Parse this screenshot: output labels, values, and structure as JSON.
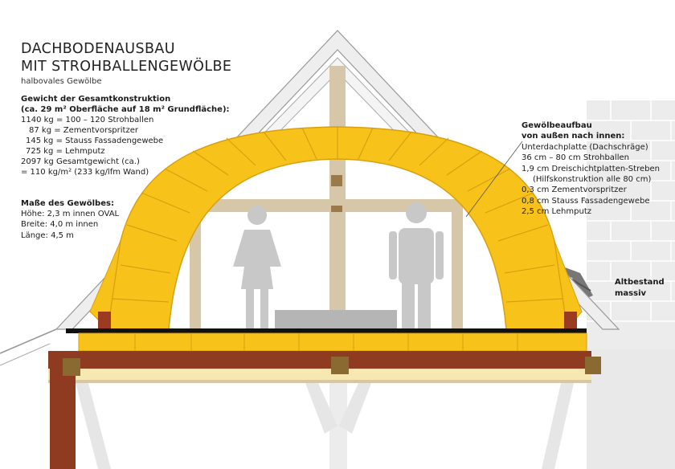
{
  "title": {
    "line1": "DACHBODENAUSBAU",
    "line2": "MIT STROHBALLENGEWÖLBE",
    "subtitle": "halbovales Gewölbe"
  },
  "weight": {
    "heading1": "Gewicht der Gesamtkonstruktion",
    "heading2": "(ca. 29 m² Oberfläche auf 18 m² Grundfläche):",
    "lines": [
      "1140 kg = 100 – 120 Strohballen",
      "   87 kg = Zementvorspritzer",
      "  145 kg = Stauss Fassadengewebe",
      "  725 kg = Lehmputz",
      "2097 kg Gesamtgewicht (ca.)",
      "= 110 kg/m² (233 kg/lfm Wand)"
    ]
  },
  "dimensions": {
    "heading": "Maße des Gewölbes:",
    "lines": [
      "Höhe: 2,3 m innen OVAL",
      "Breite: 4,0 m innen",
      "Länge: 4,5 m"
    ]
  },
  "build_up": {
    "heading1": "Gewölbeaufbau",
    "heading2": "von außen nach innen:",
    "lines": [
      "Unterdachplatte (Dachschräge)",
      "36 cm – 80 cm Strohballen",
      "1,9 cm Dreischichtplatten-Streben"
    ],
    "note": "(Hilfskonstruktion alle 80 cm)",
    "lines2": [
      "0,3 cm Zementvorspritzer",
      "0,8 cm Stauss Fassadengewebe",
      "2,5 cm Lehmputz"
    ]
  },
  "existing": {
    "line1": "Altbestand",
    "line2": "massiv"
  },
  "colors": {
    "straw": "#f7c31a",
    "straw_edge": "#d59a0a",
    "timber_light": "#d4c3a2",
    "timber_dark": "#8e3b22",
    "roof_outline": "#9a9a9a",
    "wall": "#e6e6e6",
    "figure": "#c9c9c9",
    "floor_black": "#111111"
  }
}
